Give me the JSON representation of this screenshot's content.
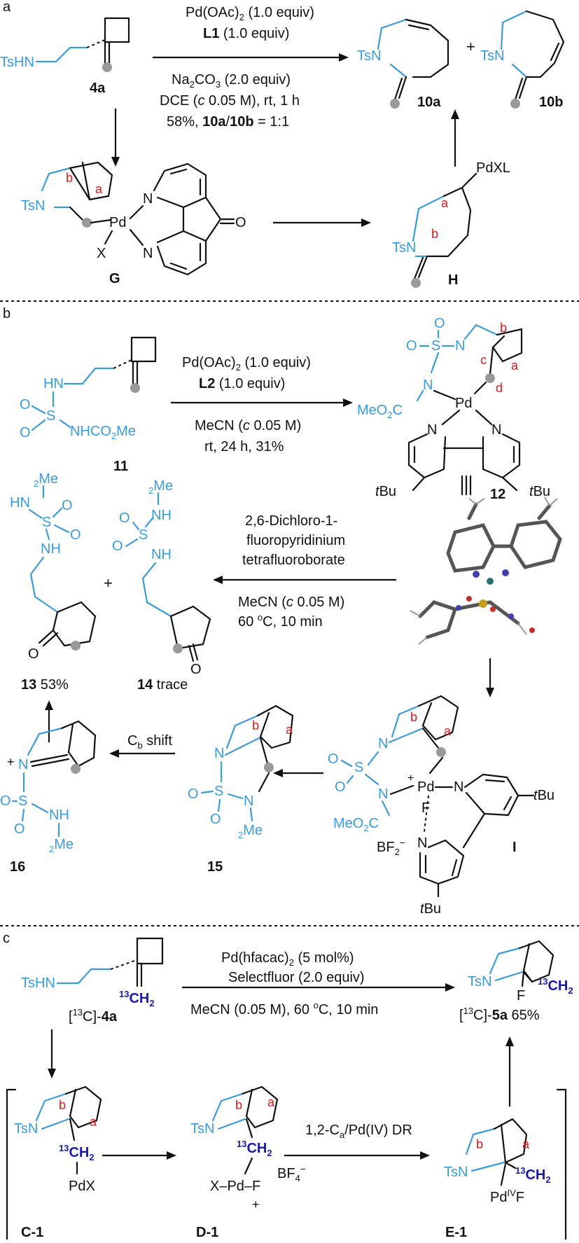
{
  "panels": {
    "a": {
      "label": "a",
      "conditions": [
        "Pd(OAc)",
        "L1",
        "(1.0 equiv)",
        "Na",
        "CO",
        "(2.0 equiv)",
        "DCE (",
        "c",
        " 0.05 M), rt, 1 h",
        "58%, ",
        "10a",
        "/",
        "10b",
        " = 1:1"
      ],
      "pd_line": "Pd(OAc)",
      "pd_sub": "2",
      "pd_equiv": " (1.0 equiv)",
      "l1": "L1",
      "l1_equiv": " (1.0 equiv)",
      "base_line_a": "Na",
      "base_sub_a": "2",
      "base_line_b": "CO",
      "base_sub_b": "3",
      "base_equiv": " (2.0 equiv)",
      "solvent_pre": "DCE (",
      "solvent_c": "c",
      "solvent_post": " 0.05 M), rt, 1 h",
      "yield_pre": "58%, ",
      "yield_10a": "10a",
      "yield_slash": "/",
      "yield_10b": "10b",
      "yield_ratio": " = 1:1",
      "cmp_4a": "4a",
      "cmp_10a": "10a",
      "cmp_10b": "10b",
      "cmp_G": "G",
      "cmp_H": "H",
      "plus": "+",
      "tshn": "TsHN",
      "tsn": "TsN",
      "pd": "Pd",
      "pdxl": "PdXL",
      "x": "X",
      "n": "N",
      "o": "O",
      "a_lbl": "a",
      "b_lbl": "b"
    },
    "b": {
      "label": "b",
      "pd_line": "Pd(OAc)",
      "pd_sub": "2",
      "pd_equiv": " (1.0 equiv)",
      "l2": "L2",
      "l2_equiv": " (1.0 equiv)",
      "solvent_pre": "MeCN (",
      "solvent_c": "c",
      "solvent_post": " 0.05 M)",
      "time_line": "rt, 24 h, 31%",
      "reagent_1": "2,6-Dichloro-1-",
      "reagent_2": "fluoropyridinium",
      "reagent_3": "tetrafluoroborate",
      "cond2_pre": "MeCN (",
      "cond2_c": "c",
      "cond2_post": " 0.05 M)",
      "cond2_temp": "60 ",
      "cond2_deg": "o",
      "cond2_rest": "C, 10 min",
      "cb_shift": "C",
      "cb_sub": "b",
      "cb_rest": " shift",
      "cmp_11": "11",
      "cmp_12": "12",
      "cmp_13": "13",
      "yield_13": " 53%",
      "cmp_14": "14",
      "yield_14": " trace",
      "cmp_15": "15",
      "cmp_16": "16",
      "cmp_I": "I",
      "tbu_t": "t",
      "tbu_rest": "Bu",
      "hn": "HN",
      "nh": "NH",
      "nhco2me": "NHCO",
      "me": "Me",
      "co2me": "CO",
      "meo2c": "MeO",
      "c_lbl": "C",
      "s": "S",
      "o": "O",
      "n": "N",
      "pd": "Pd",
      "f": "F",
      "bf4": "BF",
      "plus": "+",
      "a_lbl": "a",
      "b_lbl": "b",
      "c_lbl_red": "c",
      "d_lbl": "d"
    },
    "c": {
      "label": "c",
      "pd_line": "Pd(hfacac)",
      "pd_sub": "2",
      "pd_mol": " (5 mol%)",
      "selectfluor": "Selectfluor (2.0 equiv)",
      "solvent": "MeCN (0.05 M), 60 ",
      "solvent_deg": "o",
      "solvent_rest": "C, 10 min",
      "iso": "13",
      "ch": "CH",
      "ch_sub": "2",
      "cmp_4a_pre": "[",
      "cmp_4a_post": "C]-",
      "cmp_4a": "4a",
      "cmp_5a_post": "C]-",
      "cmp_5a": "5a",
      "yield_5a": " 65%",
      "cmp_C1": "C-1",
      "cmp_D1": "D-1",
      "cmp_E1": "E-1",
      "dr_line": "1,2-C",
      "dr_sub": "a",
      "dr_rest": "/Pd(IV) DR",
      "tshn": "TsHN",
      "tsn": "TsN",
      "pdx": "PdX",
      "f": "F",
      "x_pd_f": "X–Pd–F",
      "pd4": "Pd",
      "pd4_sup": "IV",
      "pd4_f": "F",
      "bf4": "BF",
      "plus": "+",
      "a_lbl": "a",
      "b_lbl": "b"
    }
  }
}
